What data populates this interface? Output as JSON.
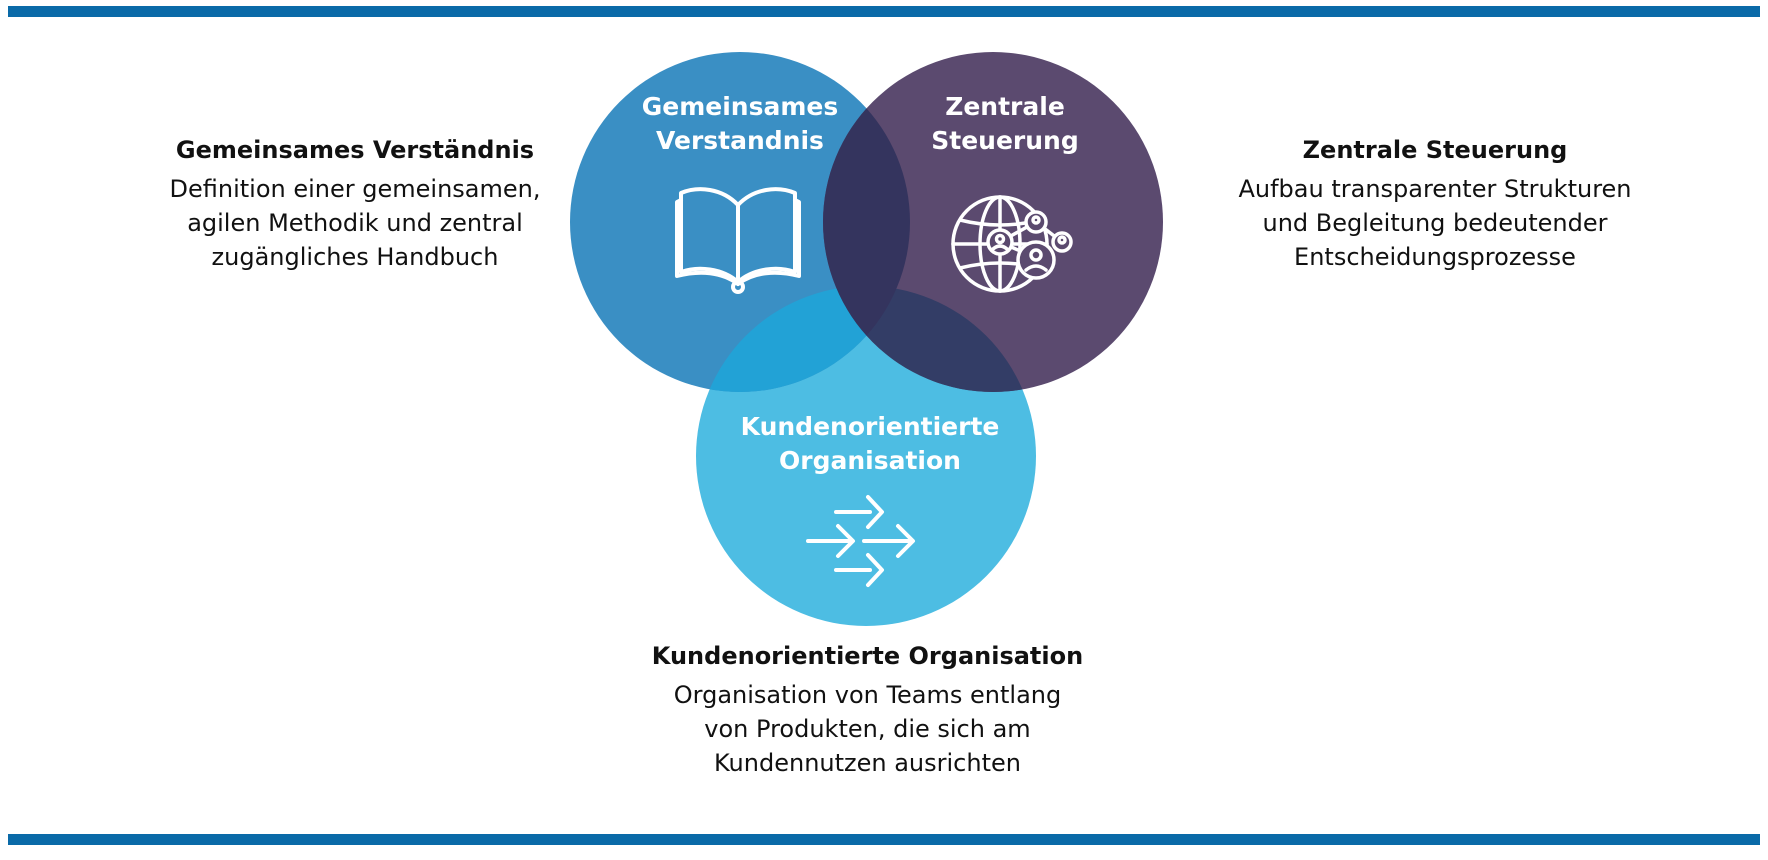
{
  "colors": {
    "bar": "#0a6aa8",
    "circle_blue": "#3a8fc4",
    "circle_purple": "#5b4a6f",
    "circle_cyan": "#4dbde3",
    "overlap_blue_purple": "#34345e",
    "overlap_blue_cyan": "#22a2d6",
    "text_dark": "#111111",
    "text_light": "#ffffff"
  },
  "circles": [
    {
      "id": "blue",
      "label_lines": [
        "Gemeinsames",
        "Verstandnis"
      ],
      "icon": "open-book-icon"
    },
    {
      "id": "purple",
      "label_lines": [
        "Zentrale",
        "Steuerung"
      ],
      "icon": "globe-network-icon"
    },
    {
      "id": "cyan",
      "label_lines": [
        "Kundenorientierte",
        "Organisation"
      ],
      "icon": "converging-arrows-icon"
    }
  ],
  "descriptions": {
    "left": {
      "title": "Gemeinsames Verständnis",
      "lines": [
        "Definition einer gemeinsamen,",
        "agilen Methodik und zentral",
        "zugängliches Handbuch"
      ]
    },
    "right": {
      "title": "Zentrale Steuerung",
      "lines": [
        "Aufbau transparenter Strukturen",
        "und Begleitung bedeutender",
        "Entscheidungsprozesse"
      ]
    },
    "bottom": {
      "title": "Kundenorientierte Organisation",
      "lines": [
        "Organisation von Teams entlang",
        "von Produkten, die sich am",
        "Kundennutzen ausrichten"
      ]
    }
  }
}
